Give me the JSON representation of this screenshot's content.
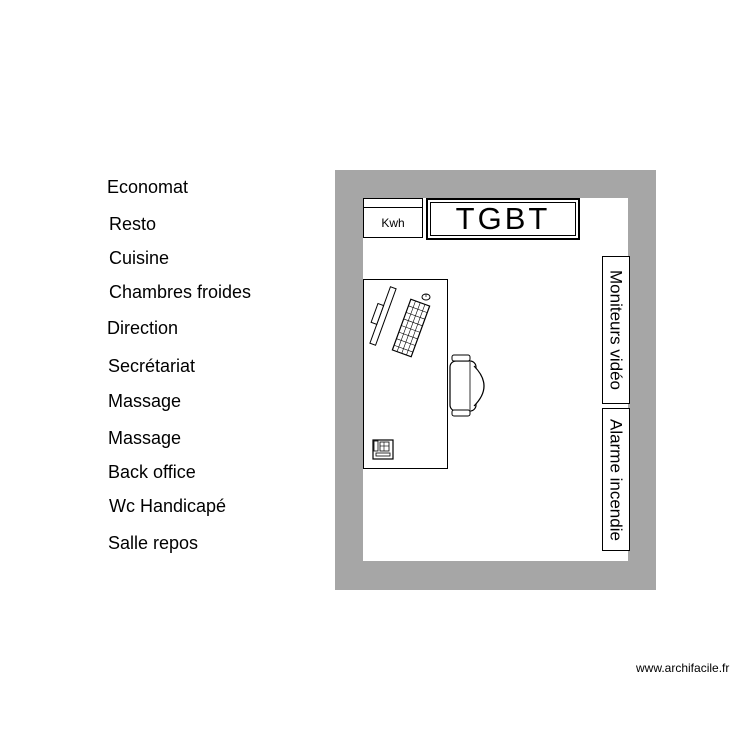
{
  "legend": {
    "rooms": [
      "Economat",
      "Resto",
      "Cuisine",
      "Chambres froides",
      "Direction",
      "Secrétariat",
      "Massage",
      "Massage",
      "Back office",
      "Wc Handicapé",
      "Salle repos"
    ]
  },
  "plan": {
    "kwh_label": "Kwh",
    "tgbt_label": "TGBT",
    "moniteurs_label": "Moniteurs vidéo",
    "alarme_label": "Alarme incendie",
    "wall_color": "#a6a6a6"
  },
  "footer": {
    "credit": "www.archifacile.fr"
  }
}
